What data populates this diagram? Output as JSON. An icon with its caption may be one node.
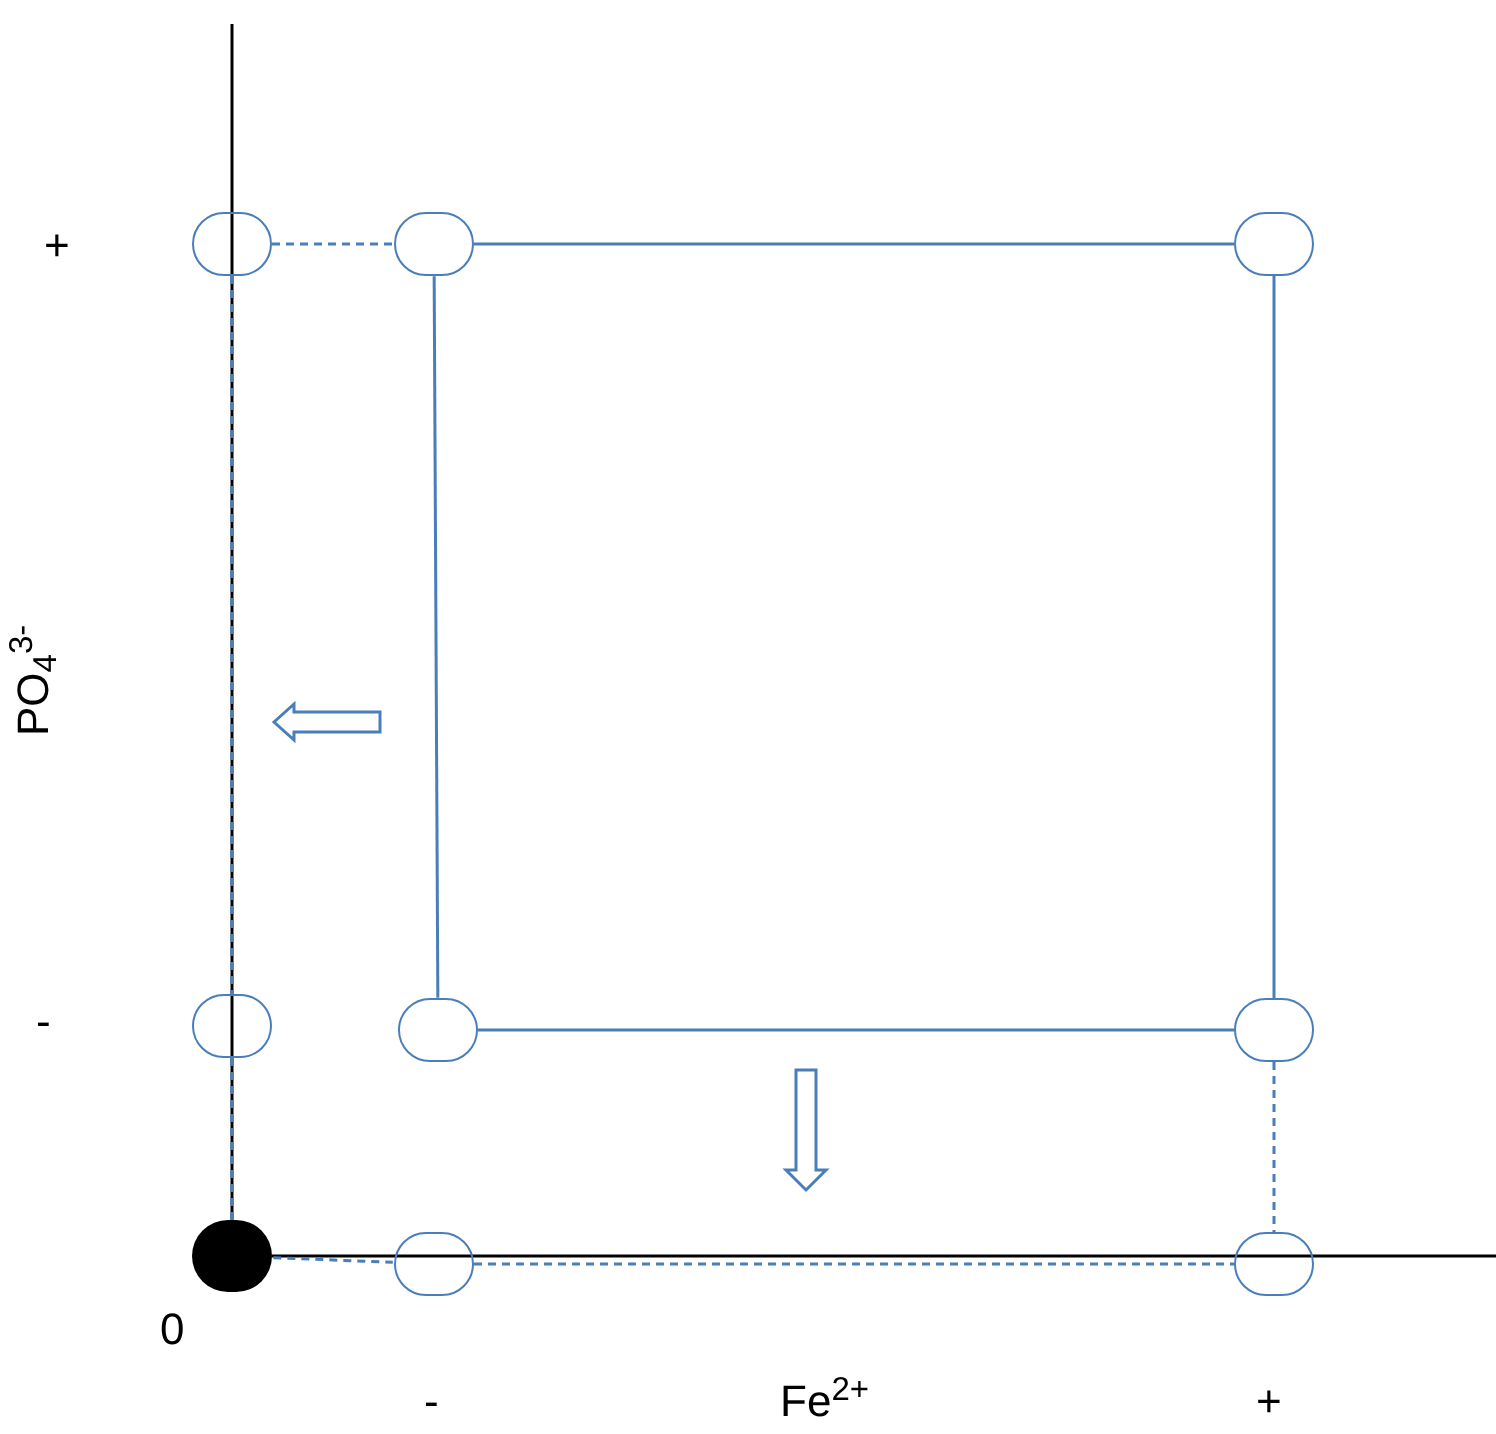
{
  "diagram": {
    "nodes": [
      {
        "text": [],
        "shape": "circle"
      },
      {
        "text": [],
        "shape": "circle"
      },
      {
        "text": [],
        "shape": "circle"
      },
      {
        "text": [],
        "shape": "circle"
      },
      {
        "text": [],
        "shape": "circle"
      },
      {
        "text": [],
        "shape": "circle"
      },
      {
        "text": [],
        "shape": "circle"
      },
      {
        "text": [],
        "shape": "circle"
      },
      {
        "text": [],
        "shape": "circle"
      }
    ],
    "edges": [
      {
        "from": 1,
        "to": 2,
        "arrow": "none"
      },
      {
        "from": 2,
        "to": 5,
        "arrow": "none"
      },
      {
        "from": 5,
        "to": 4,
        "arrow": "none"
      },
      {
        "from": 4,
        "to": 1,
        "arrow": "none"
      },
      {
        "from": 0,
        "to": 1,
        "arrow": "none",
        "style": "dashed"
      },
      {
        "from": 0,
        "to": 3,
        "arrow": "none",
        "style": "dashed"
      },
      {
        "from": 3,
        "to": 6,
        "arrow": "none",
        "style": "dashed"
      },
      {
        "from": 6,
        "to": 7,
        "arrow": "none",
        "style": "dashed"
      },
      {
        "from": 7,
        "to": 8,
        "arrow": "none",
        "style": "dashed"
      },
      {
        "from": 5,
        "to": 8,
        "arrow": "none",
        "style": "dashed"
      }
    ],
    "labels": [
      "+",
      "PO$_{4}$$^{3-}$",
      "-",
      "0",
      "-",
      "Fe$^{2+}$",
      "+"
    ]
  }
}
